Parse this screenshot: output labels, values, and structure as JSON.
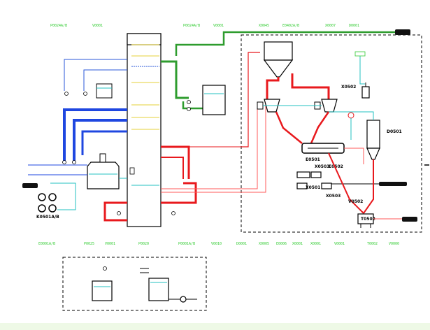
{
  "colors": {
    "hot_line": "#e8191d",
    "cold_line": "#1f47e0",
    "steam_line": "#2e9c2e",
    "thin_blue": "#2a57d8",
    "thin_red": "#ff5a5a",
    "thin_cyan": "#23c2c2",
    "label_green": "#33cc33",
    "label_black": "#000000",
    "tray_yellow": "#e6d23a"
  },
  "top_labels": [
    "P0024A/B",
    "V0001",
    "P0024A/B",
    "V0001",
    "X0045",
    "E0402A/B",
    "X0007",
    "D0001"
  ],
  "bottom_labels": [
    "E0001A/B",
    "P0025",
    "V0001",
    "P0020",
    "P0001A/B",
    "V0010",
    "D0001",
    "X0005",
    "E0006",
    "X0001",
    "X0001",
    "V0001",
    "T0002",
    "V0000"
  ],
  "equipment_labels": {
    "x0502": "X0502",
    "e0501": "E0501",
    "e0502": "E0502",
    "x0501": "X0501",
    "x0503": "X0503",
    "v0502": "V0502",
    "t0502": "T0502",
    "k0501": "K0501A/B",
    "d0501": "D0501"
  },
  "icons": [
    "valve-icon",
    "pump-icon",
    "instrument-icon",
    "arrow-icon"
  ]
}
